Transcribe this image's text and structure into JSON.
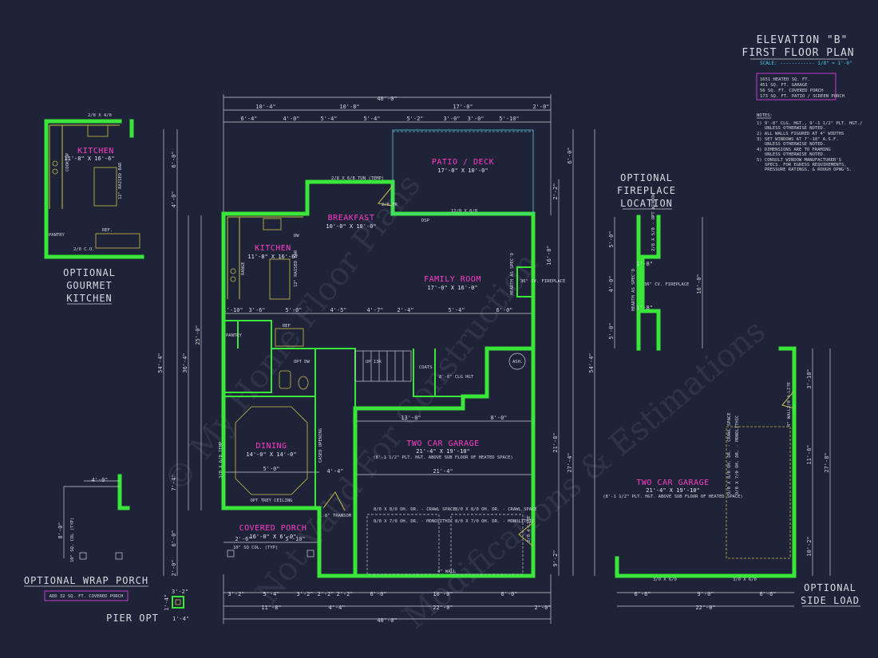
{
  "titles": {
    "elevation": "ELEVATION \"B\"",
    "plan": "FIRST FLOOR PLAN",
    "scale": "SCALE: ------------ 1/8\" = 1'-0\""
  },
  "area": {
    "line1": "1651 HEATED SQ. FT.",
    "line2": "451 SQ. FT. GARAGE",
    "line3": "56 SQ. FT. COVERED PORCH",
    "line4": "173 SQ. FT. PATIO / SCREEN PORCH"
  },
  "notes": {
    "header": "NOTES:",
    "n1": "1)  9'-8\" CLG. HGT., 9'-1 1/2\" PLT. HGT./",
    "n1b": "UNLESS OTHERWISE NOTED.",
    "n2": "2)  ALL WALLS FIGURED AT 4\" WIDTHS",
    "n3": "3)  SET WINDOWS AT 7'-10\" A.S.F.",
    "n3b": "UNLESS OTHERWISE NOTED.",
    "n4": "4)  DIMENSIONS ARE TO FRAMING",
    "n4b": "UNLESS OTHERWISE NOTED.",
    "n5": "5)  CONSULT WINDOW MANUFACTURER'S",
    "n5b": "SPECS. FOR EGRESS REQUIREMENTS,",
    "n5c": "PRESSURE RATINGS, & ROUGH OPNG'S."
  },
  "rooms": {
    "patio": "PATIO / DECK",
    "patio_size": "17'-0\" X 10'-0\"",
    "breakfast": "BREAKFAST",
    "breakfast_size": "10'-0\" X 10'-0\"",
    "kitchen": "KITCHEN",
    "kitchen_size": "11'-8\" X 16'-6\"",
    "family": "FAMILY ROOM",
    "family_size": "17'-0\" X 16'-0\"",
    "dining": "DINING",
    "dining_size": "14'-0\" X 14'-0\"",
    "dining_ceiling": "OPT TREY CEILING",
    "garage": "TWO CAR GARAGE",
    "garage_size": "21'-4\" X 19'-10\"",
    "garage_note": "(8'-1 1/2\" PLT. HGT. ABOVE SUB FLOOR OF HEATED SPACE)",
    "porch": "COVERED PORCH",
    "porch_size": "16'-0\" X 6'-0\""
  },
  "labels": {
    "pantry": "PANTRY",
    "range": "RANGE",
    "raised_bar": "12\" RAISED BAR",
    "dw": "DW",
    "ref": "REF",
    "fireplace": "36\" CV. FIREPLACE",
    "hearth": "HEARTH AS SPEC'D",
    "up": "UP 13R",
    "coats": "COATS",
    "ash": "ASH.",
    "transom": "0\" TRANSOM",
    "door_a": "2/8 X 6/8 TUN (TEMP)",
    "door_b": "12/0 X 6/8",
    "door_c": "2/8 FR",
    "dsp": "DSP",
    "garage_door1": "8/0 X 8/0 OH. DR. - CRAWL SPACE",
    "garage_door1b": "8/0 X 7/0 OH. DR. - MONOLITHIC",
    "garage_door2": "8/0 X 8/0 OH. DR. - CRAWL SPACE",
    "garage_door2b": "8/0 X 7/0 OH. DR. - MONOLITHIC",
    "col": "10\" SQ COL. (TYP)",
    "clg": "8'-0\" CLG HGT",
    "ledge": "4\" WALL",
    "lite": "2/8 4-LITE",
    "window": "3/0 X 6/0 TEMP",
    "cased": "CASED OPENING",
    "opt_dw": "OPT DW"
  },
  "dims": {
    "top_total": "40'-0\"",
    "t1": "10'-4\"",
    "t2": "10'-8\"",
    "t3": "17'-0\"",
    "t4": "2'-0\"",
    "u1": "6'-4\"",
    "u2": "4'-0\"",
    "u3": "5'-4\"",
    "u4": "5'-4\"",
    "u5": "5'-2\"",
    "u6": "3'-0\"",
    "u7": "3'-0\"",
    "u8": "5'-10\"",
    "left_total": "54'-4\"",
    "left_b": "36'-4\"",
    "left_c": "25'-0\"",
    "l1": "6'-0\"",
    "l2": "4'-0\"",
    "l3": "7'-4\"",
    "l4": "6'-0\"",
    "l5": "2'-0\"",
    "right_total": "54'-4\"",
    "r1": "6'-0\"",
    "r2": "2'-2\"",
    "r3": "16'-0\"",
    "r4": "27'-4\"",
    "r5": "21'-8\"",
    "r6": "9'-2\"",
    "bot_total": "40'-0\"",
    "b1": "11'-8\"",
    "b2": "4'-4\"",
    "b3": "22'-0\"",
    "b4": "2'-0\"",
    "c1": "3'-2\"",
    "c2": "5'-4\"",
    "c3": "3'-2\"",
    "c4": "2'-2\"",
    "c5": "2'-2\"",
    "c6": "6'-0\"",
    "c7": "10'-0\"",
    "c8": "6'-0\"",
    "mid1": "1'-10\"",
    "mid2": "3'-6\"",
    "mid3": "5'-0\"",
    "mid4": "4'-5\"",
    "mid5": "4'-7\"",
    "mid6": "2'-4\"",
    "mid7": "5'-4\"",
    "mid8": "6'-0\"",
    "g1": "13'-0\"",
    "g2": "8'-0\"",
    "g3": "21'-4\"",
    "g4": "4'-4\"",
    "d1": "2'-6\"",
    "d2": "5'-0\"",
    "d3": "10'-0\"",
    "d4": "5'-10\""
  },
  "gourmet": {
    "title1": "OPTIONAL",
    "title2": "GOURMET",
    "title3": "KITCHEN",
    "room": "KITCHEN",
    "size": "11'-8\" X 16'-6\"",
    "cooktop": "COOKTOP",
    "raised_bar": "12\" RAISED BAR",
    "top_dim": "2/8 X 4/0",
    "pantry": "PANTRY",
    "ref": "REF.",
    "door": "2/0 C.O."
  },
  "fireplace_opt": {
    "t1": "OPTIONAL",
    "t2": "FIREPLACE",
    "t3": "LOCATION",
    "fp": "36\" CV. FIREPLACE",
    "hearth": "HEARTH AS SPEC'D",
    "win": "2/8 X 5/0 - OPT WINDOW",
    "d1": "5'-0\"",
    "d2": "4'-0\"",
    "d3": "5'-0\"",
    "d4": "16'-0\"",
    "d5": "1'-8\"",
    "d6": "1'-8\""
  },
  "wrap": {
    "title": "OPTIONAL WRAP PORCH",
    "note": "ADD 32 SQ. FT. COVERED PORCH",
    "d1": "4'-0\"",
    "d2": "8'-0\"",
    "col": "10\" SQ. COL (TYP)"
  },
  "pier": {
    "title": "PIER OPT",
    "d1": "3'-2\"",
    "d2": "1'-4\"",
    "d3": "1'-4\""
  },
  "sideload": {
    "title1": "OPTIONAL",
    "title2": "SIDE LOAD",
    "room": "TWO CAR GARAGE",
    "size": "21'-4\" X 19'-10\"",
    "note": "(8'-1 1/2\" PLT. HGT. ABOVE SUB FLOOR OF HEATED SPACE)",
    "door1": "9/0 X 8/0 OH. DR. - CRAWL SPACE",
    "door1b": "9/0 X 7/0 OH. DR. - MONOLITHIC",
    "lite": "2/8 4-LITE",
    "wall": "4\" WALL",
    "w1": "3/0 X 6/0",
    "w2": "3/0 X 6/0",
    "d1": "6'-6\"",
    "d2": "9'-0\"",
    "d3": "6'-6\"",
    "d4": "22'-0\"",
    "r1": "3'-10\"",
    "r2": "11'-6\"",
    "r3": "10'-2\"",
    "r4": "27'-8\""
  },
  "watermark": {
    "w1": "© My Home Floor Plans",
    "w2": "Not Valid For Construction",
    "w3": "Modifications & Estimations"
  }
}
